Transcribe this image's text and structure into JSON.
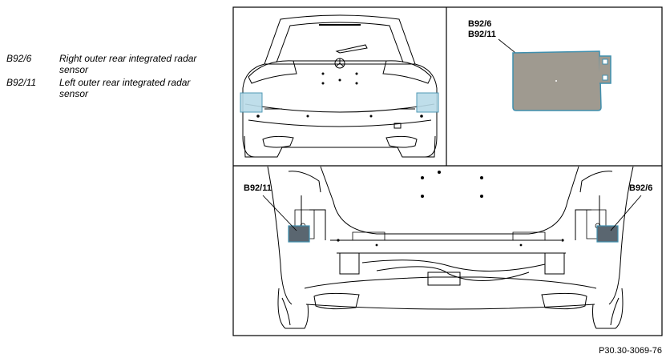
{
  "legend": {
    "items": [
      {
        "code": "B92/6",
        "description": "Right outer rear integrated radar sensor"
      },
      {
        "code": "B92/11",
        "description": "Left outer rear integrated radar sensor"
      }
    ]
  },
  "callouts": {
    "detail_top": "B92/6",
    "detail_bottom": "B92/11",
    "underbody_left": "B92/11",
    "underbody_right": "B92/6"
  },
  "figure_ref": "P30.30-3069-76",
  "colors": {
    "sensor_highlight": "#b9dbe8",
    "sensor_detail_fill": "#9f9a90",
    "line": "#000000"
  }
}
